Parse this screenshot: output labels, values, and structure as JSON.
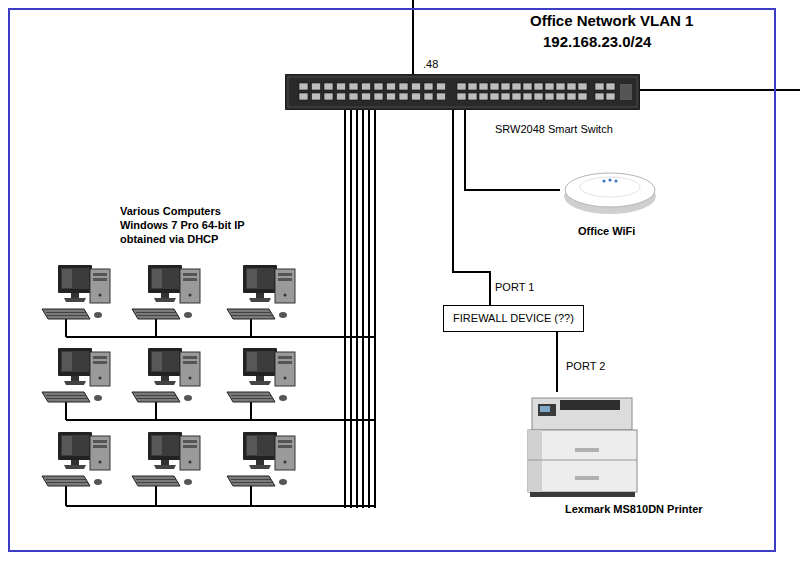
{
  "diagram": {
    "nodes": [
      {
        "text": [
          "Office Network VLAN 1",
          "192.168.23.0/24"
        ]
      },
      {
        "text": [
          "SRW2048 Smart Switch"
        ],
        "in": 0
      },
      {
        "text": [
          "Office WiFi"
        ],
        "in": 0
      },
      {
        "text": [
          "FIREWALL DEVICE (??)"
        ],
        "in": 0
      },
      {
        "text": [
          "Lexmark MS810DN Printer"
        ],
        "in": 0
      }
    ],
    "edges": [
      {
        "from": 1,
        "to": 2,
        "arrow": "none"
      },
      {
        "from": 1,
        "to": 3,
        "arrow": "none",
        "label": "PORT 1"
      },
      {
        "from": 3,
        "to": 4,
        "arrow": "none",
        "label": "PORT 2"
      }
    ],
    "labels": [
      ".48",
      "Various Computers Windows 7 Pro 64-bit IP obtained via DHCP"
    ]
  }
}
